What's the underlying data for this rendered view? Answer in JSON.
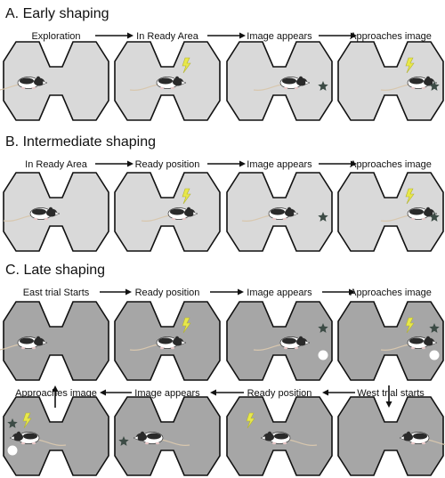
{
  "sections": [
    {
      "title": "A. Early shaping",
      "steps": [
        {
          "label": "Exploration",
          "arena": "light",
          "rat": "left",
          "lightning": false,
          "star": false,
          "dot": false
        },
        {
          "label": "In Ready Area",
          "arena": "light",
          "rat": "center",
          "lightning": true,
          "star": false,
          "dot": false
        },
        {
          "label": "Image appears",
          "arena": "light",
          "rat": "center-right",
          "lightning": false,
          "star": true,
          "dot": false
        },
        {
          "label": "Approaches image",
          "arena": "light",
          "rat": "right",
          "lightning": true,
          "star": true,
          "dot": false
        }
      ]
    },
    {
      "title": "B. Intermediate shaping",
      "steps": [
        {
          "label": "In Ready Area",
          "arena": "light",
          "rat": "center-left",
          "lightning": false,
          "star": false,
          "dot": false
        },
        {
          "label": "Ready position",
          "arena": "light",
          "rat": "center-right",
          "lightning": true,
          "star": false,
          "dot": false
        },
        {
          "label": "Image appears",
          "arena": "light",
          "rat": "center",
          "lightning": false,
          "star": true,
          "dot": false
        },
        {
          "label": "Approaches image",
          "arena": "light",
          "rat": "right",
          "lightning": true,
          "star": true,
          "dot": false
        }
      ]
    },
    {
      "title": "C. Late shaping",
      "rows": [
        [
          {
            "label": "East trial Starts",
            "arena": "dark",
            "rat": "left",
            "lightning": false,
            "star": false,
            "dot": false
          },
          {
            "label": "Ready position",
            "arena": "dark",
            "rat": "center",
            "lightning": true,
            "star": false,
            "dot": false
          },
          {
            "label": "Image appears",
            "arena": "dark",
            "rat": "center-right",
            "lightning": false,
            "star": true,
            "dot": true
          },
          {
            "label": "Approaches image",
            "arena": "dark",
            "rat": "right",
            "lightning": true,
            "star": true,
            "dot": true
          }
        ],
        [
          {
            "label": "Approaches image",
            "arena": "dark",
            "rat": "left",
            "lightning": true,
            "star": true,
            "dot": true,
            "mirror": true
          },
          {
            "label": "Image appears",
            "arena": "dark",
            "rat": "center-left",
            "lightning": false,
            "star": true,
            "dot": false,
            "mirror": true
          },
          {
            "label": "Ready position",
            "arena": "dark",
            "rat": "center",
            "lightning": true,
            "star": false,
            "dot": false,
            "mirror": true
          },
          {
            "label": "West trial starts",
            "arena": "dark",
            "rat": "right",
            "lightning": false,
            "star": false,
            "dot": false,
            "mirror": true
          }
        ]
      ]
    }
  ],
  "colors": {
    "arena_light": "#d9d9d9",
    "arena_dark": "#a6a6a6",
    "outline": "#111111",
    "lightning": "#e8e84a",
    "star": "#3c4b45",
    "dot": "#ffffff",
    "tail": "#d8c7ae",
    "rat_body": "#ffffff",
    "rat_dark": "#2a2a2a"
  }
}
